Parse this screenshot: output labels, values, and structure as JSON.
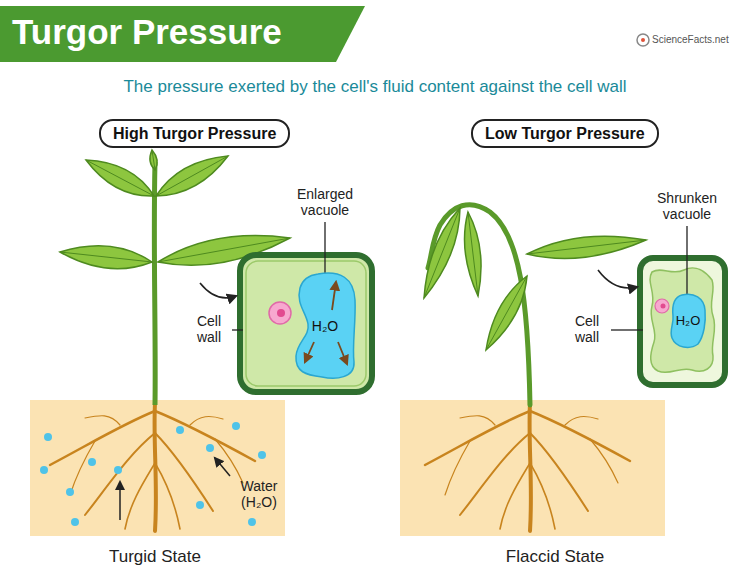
{
  "diagram": {
    "title": "Turgor Pressure",
    "caption": "The pressure exerted by the cell's fluid content against the cell wall",
    "nodes": [
      {
        "text": [
          "High Turgor Pressure"
        ]
      },
      {
        "text": [
          "Low Turgor Pressure"
        ]
      },
      {
        "text": [
          "H₂O"
        ]
      },
      {
        "text": [
          "H₂O"
        ]
      }
    ],
    "labels": [
      "Enlarged vacuole",
      "Cell wall",
      "Water (H₂O)",
      "Turgid State",
      "Shrunken vacuole",
      "Cell wall",
      "Flaccid State",
      "ScienceFacts.net"
    ]
  }
}
